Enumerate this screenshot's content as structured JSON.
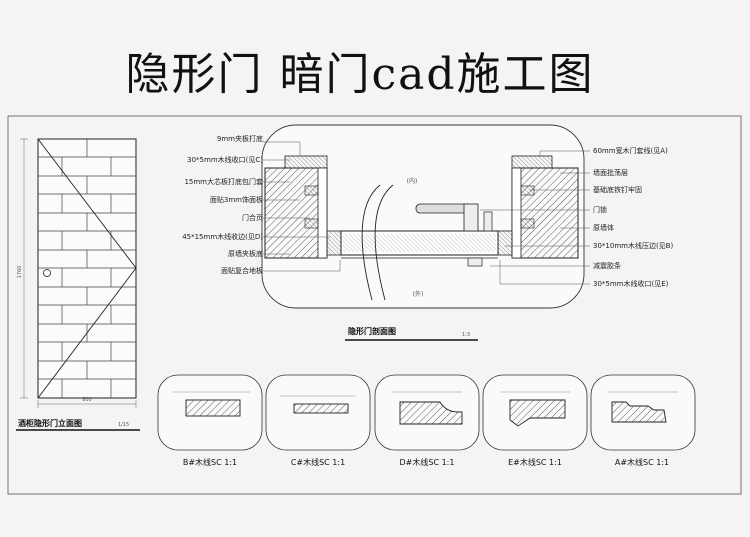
{
  "title": "隐形门 暗门cad施工图",
  "elevation": {
    "caption": "酒柜隐形门立面图",
    "scale": "1/15",
    "height_dim": "1760",
    "width_dim": "800"
  },
  "section": {
    "caption": "隐形门剖面图",
    "scale": "1:3",
    "inside": "(内)",
    "outside": "(外)",
    "left_labels": [
      "9mm夹板打底",
      "30*5mm木线收口(见C)",
      "15mm大芯板打底包门套",
      "面贴3mm饰面板",
      "门合页",
      "45*15mm木线收边(见D)",
      "原墙夹板底",
      "面贴复合地板"
    ],
    "right_labels": [
      "60mm宽木门套线(见A)",
      "墙面批荡层",
      "基础底铁钉牢固",
      "门锁",
      "原墙体",
      "30*10mm木线压边(见B)",
      "减震胶条",
      "30*5mm木线收口(见E)"
    ]
  },
  "profiles": [
    {
      "label": "B#木线SC 1:1"
    },
    {
      "label": "C#木线SC 1:1"
    },
    {
      "label": "D#木线SC 1:1"
    },
    {
      "label": "E#木线SC 1:1"
    },
    {
      "label": "A#木线SC 1:1"
    }
  ]
}
